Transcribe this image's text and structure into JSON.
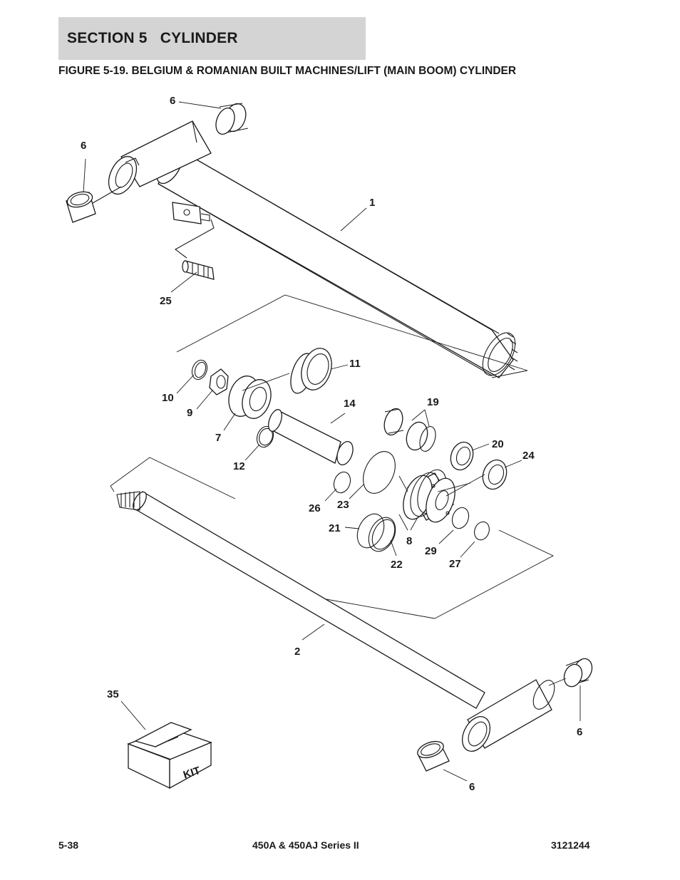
{
  "header": {
    "section_title": "SECTION 5   CYLINDER",
    "figure_title": "FIGURE 5-19. BELGIUM & ROMANIAN BUILT MACHINES/LIFT (MAIN BOOM) CYLINDER"
  },
  "callouts": {
    "c1": "1",
    "c2": "2",
    "c6a": "6",
    "c6b": "6",
    "c6c": "6",
    "c6d": "6",
    "c7": "7",
    "c8": "8",
    "c9": "9",
    "c10": "10",
    "c11": "11",
    "c12": "12",
    "c14": "14",
    "c19": "19",
    "c20": "20",
    "c21": "21",
    "c22": "22",
    "c23": "23",
    "c24": "24",
    "c25": "25",
    "c26": "26",
    "c27": "27",
    "c29": "29",
    "c35": "35"
  },
  "kit_label": "KIT",
  "footer": {
    "page_number": "5-38",
    "model": "450A & 450AJ Series II",
    "doc_number": "3121244"
  }
}
